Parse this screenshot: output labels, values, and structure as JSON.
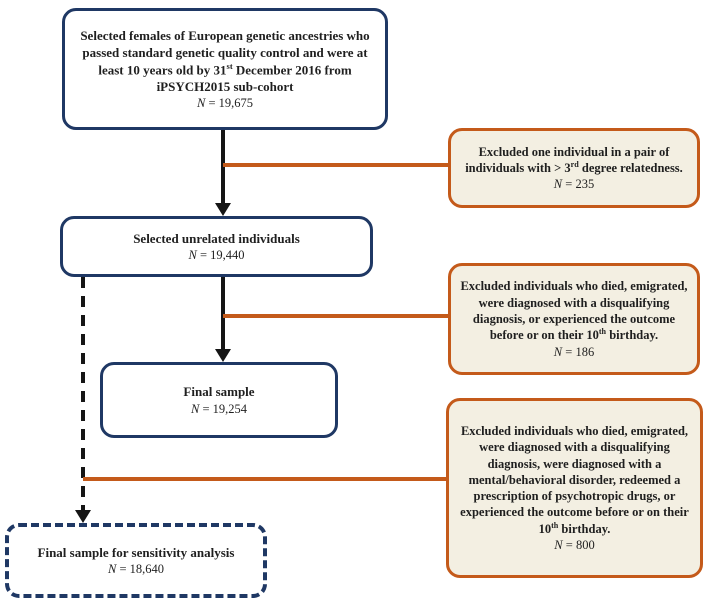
{
  "palette": {
    "navy_border": "#1f3864",
    "orange_border": "#c45a1a",
    "cream_fill": "#f3efe2",
    "white_fill": "#ffffff",
    "arrow_black": "#151515",
    "text_color": "#1f1f1f"
  },
  "flow": {
    "main_boxes": [
      {
        "name": "cohort-box",
        "text": [
          {
            "t": "Selected females of European genetic ancestries who passed standard genetic quality control and were at least 10 years old by 31"
          },
          {
            "t": "st",
            "sup": true
          },
          {
            "t": " December 2016 from iPSYCH2015 sub-cohort"
          }
        ],
        "n": [
          {
            "t": "N",
            "i": true
          },
          {
            "t": " = 19,675"
          }
        ]
      },
      {
        "name": "unrelated-box",
        "text": [
          {
            "t": "Selected unrelated individuals"
          }
        ],
        "n": [
          {
            "t": "N",
            "i": true
          },
          {
            "t": " = 19,440"
          }
        ]
      },
      {
        "name": "final-sample-box",
        "text": [
          {
            "t": "Final sample"
          }
        ],
        "n": [
          {
            "t": "N",
            "i": true
          },
          {
            "t": " = 19,254"
          }
        ]
      },
      {
        "name": "sensitivity-sample-box",
        "text": [
          {
            "t": "Final sample for sensitivity analysis"
          }
        ],
        "n": [
          {
            "t": "N",
            "i": true
          },
          {
            "t": " = 18,640"
          }
        ]
      }
    ],
    "exclusion_boxes": [
      {
        "name": "exclusion-relatedness-box",
        "text": [
          {
            "t": "Excluded one individual in a pair of individuals with > 3"
          },
          {
            "t": "rd",
            "sup": true
          },
          {
            "t": " degree relatedness."
          }
        ],
        "n": [
          {
            "t": "N",
            "i": true
          },
          {
            "t": " = 235"
          }
        ]
      },
      {
        "name": "exclusion-main-box",
        "text": [
          {
            "t": "Excluded individuals who died, emigrated, were diagnosed with a disqualifying diagnosis, or experienced the outcome before or on their 10"
          },
          {
            "t": "th",
            "sup": true
          },
          {
            "t": " birthday."
          }
        ],
        "n": [
          {
            "t": "N",
            "i": true
          },
          {
            "t": " = 186"
          }
        ]
      },
      {
        "name": "exclusion-sensitivity-box",
        "text": [
          {
            "t": "Excluded individuals who died, emigrated, were diagnosed with a disqualifying diagnosis, were diagnosed with a mental/behavioral disorder, redeemed a prescription of psychotropic drugs, or experienced the outcome before or on their 10"
          },
          {
            "t": "th",
            "sup": true
          },
          {
            "t": " birthday."
          }
        ],
        "n": [
          {
            "t": "N",
            "i": true
          },
          {
            "t": " = 800"
          }
        ]
      }
    ]
  }
}
